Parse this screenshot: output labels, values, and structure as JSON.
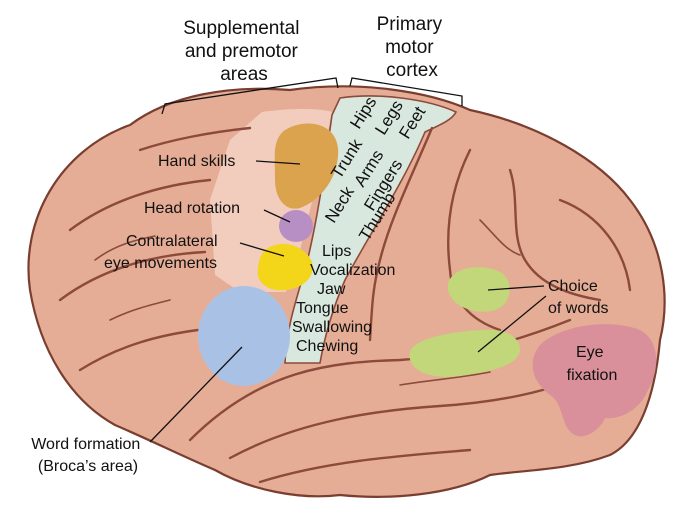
{
  "headers": {
    "supplemental": [
      "Supplemental",
      "and premotor",
      "areas"
    ],
    "primary_motor": [
      "Primary",
      "motor",
      "cortex"
    ]
  },
  "labels": {
    "hand_skills": "Hand skills",
    "head_rotation": "Head rotation",
    "contralateral": [
      "Contralateral",
      "eye movements"
    ],
    "choice_of_words": [
      "Choice",
      "of words"
    ],
    "eye_fixation": [
      "Eye",
      "fixation"
    ],
    "word_formation": [
      "Word formation",
      "(Broca’s area)"
    ]
  },
  "motor_map": {
    "rotated": [
      "Hips",
      "Legs",
      "Feet",
      "Trunk",
      "Arms",
      "Fingers",
      "Neck",
      "Thumb"
    ],
    "horizontal": [
      "Lips",
      "Vocalization",
      "Jaw",
      "Tongue",
      "Swallowing",
      "Chewing"
    ]
  },
  "colors": {
    "brain": "#e6ad96",
    "brain_outline": "#7a3e30",
    "motor_strip": "#d8e8de",
    "hand_skills": "#dba34e",
    "head_rotation": "#b78fc4",
    "eye_movements": "#f3d51a",
    "broca": "#aac1e6",
    "wernicke": "#c2d67a",
    "eye_fixation": "#d9909a",
    "premotor_light": "#f2cdbd"
  }
}
